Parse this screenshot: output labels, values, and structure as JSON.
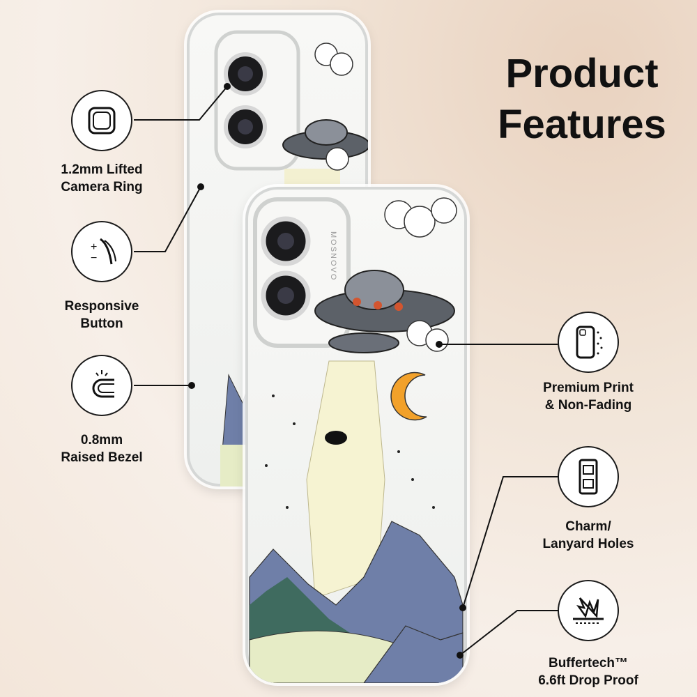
{
  "title": {
    "line1": "Product",
    "line2": "Features"
  },
  "features": {
    "camera_ring": {
      "label": "1.2mm Lifted\nCamera Ring",
      "icon": "camera-ring-icon"
    },
    "button": {
      "label": "Responsive\nButton",
      "icon": "button-icon"
    },
    "bezel": {
      "label": "0.8mm\nRaised Bezel",
      "icon": "bezel-icon"
    },
    "print": {
      "label": "Premium Print\n& Non-Fading",
      "icon": "print-icon"
    },
    "holes": {
      "label": "Charm/\nLanyard Holes",
      "icon": "lanyard-holes-icon"
    },
    "drop": {
      "label": "Buffertech™\n6.6ft Drop Proof",
      "icon": "drop-proof-icon"
    }
  },
  "case_brand": "MOSNOVO",
  "colors": {
    "accent_text": "#111111",
    "mountain": "#6f7fa8",
    "beam": "#f6f3d2",
    "moon": "#f2a12a",
    "forest": "#3f6b5f"
  }
}
